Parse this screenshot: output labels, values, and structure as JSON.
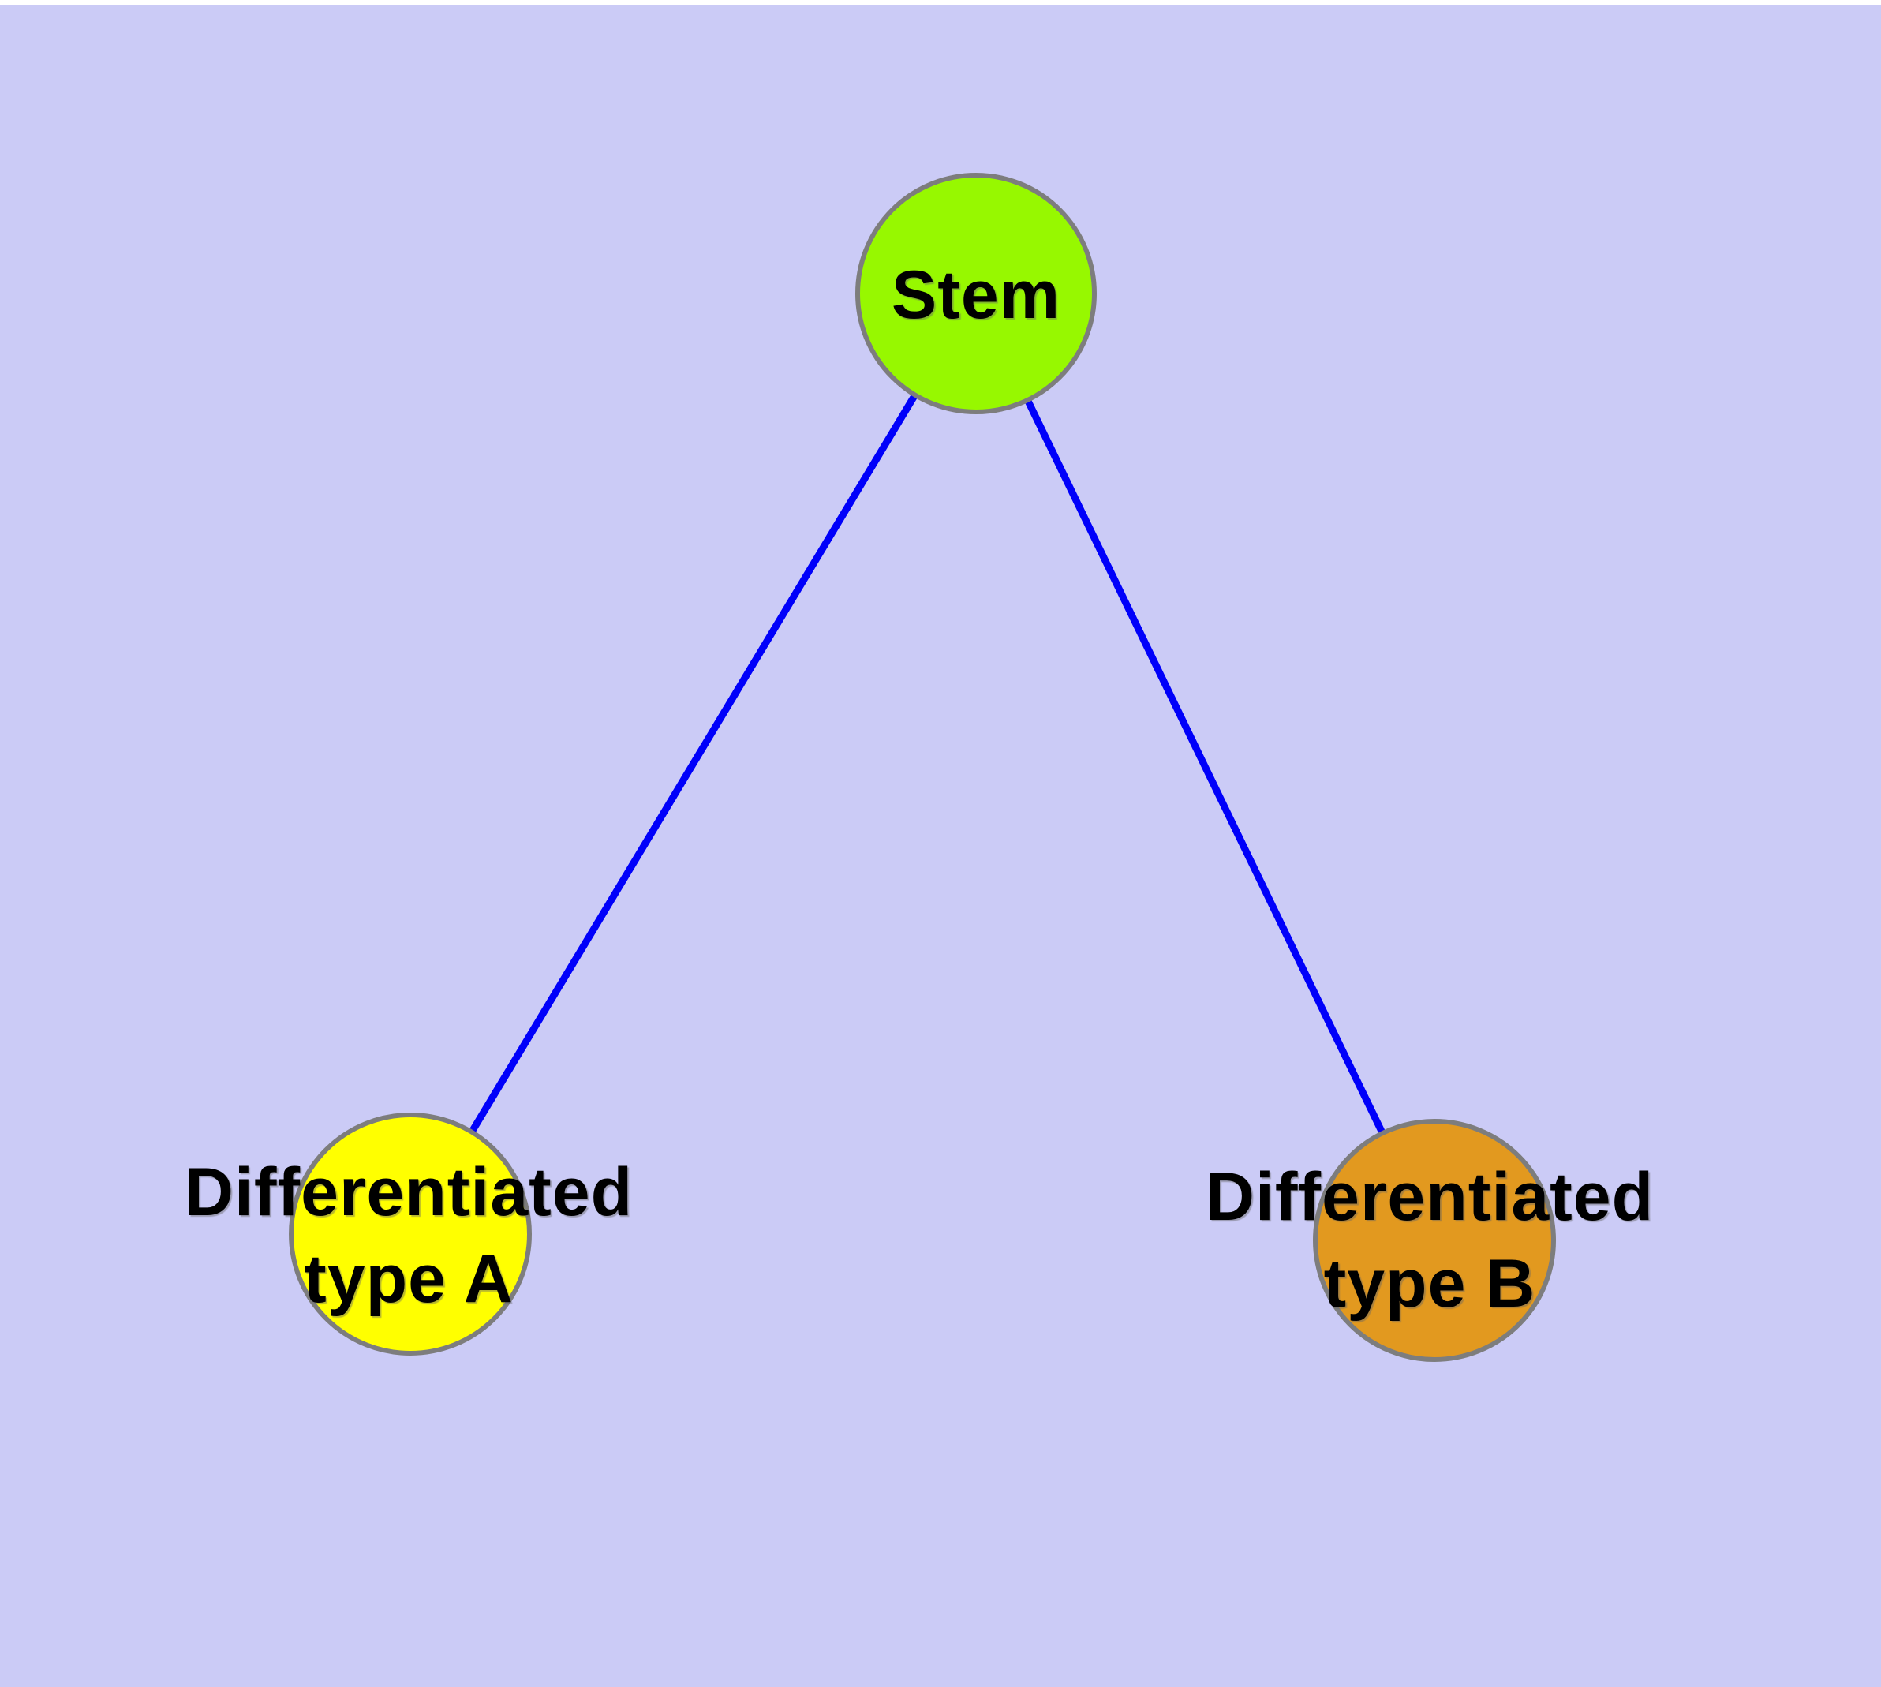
{
  "colors": {
    "background": "#cbcbf6",
    "page_margin_top": "#ffffff",
    "edge_blue": "#0000fa",
    "node_border_gray": "#7d7d7d",
    "label_text": "#000000"
  },
  "graph": {
    "nodes": [
      {
        "id": "stem",
        "label": "Stem",
        "fill": "#97f800"
      },
      {
        "id": "differentiated-type-a",
        "label_line1": "Differentiated",
        "label_line2": "type A",
        "fill": "#ffff00"
      },
      {
        "id": "differentiated-type-b",
        "label_line1": "Differentiated",
        "label_line2": "type B",
        "fill": "#e2991f"
      }
    ],
    "edges": [
      {
        "from": "stem",
        "to": "differentiated-type-a"
      },
      {
        "from": "stem",
        "to": "differentiated-type-b"
      }
    ]
  }
}
